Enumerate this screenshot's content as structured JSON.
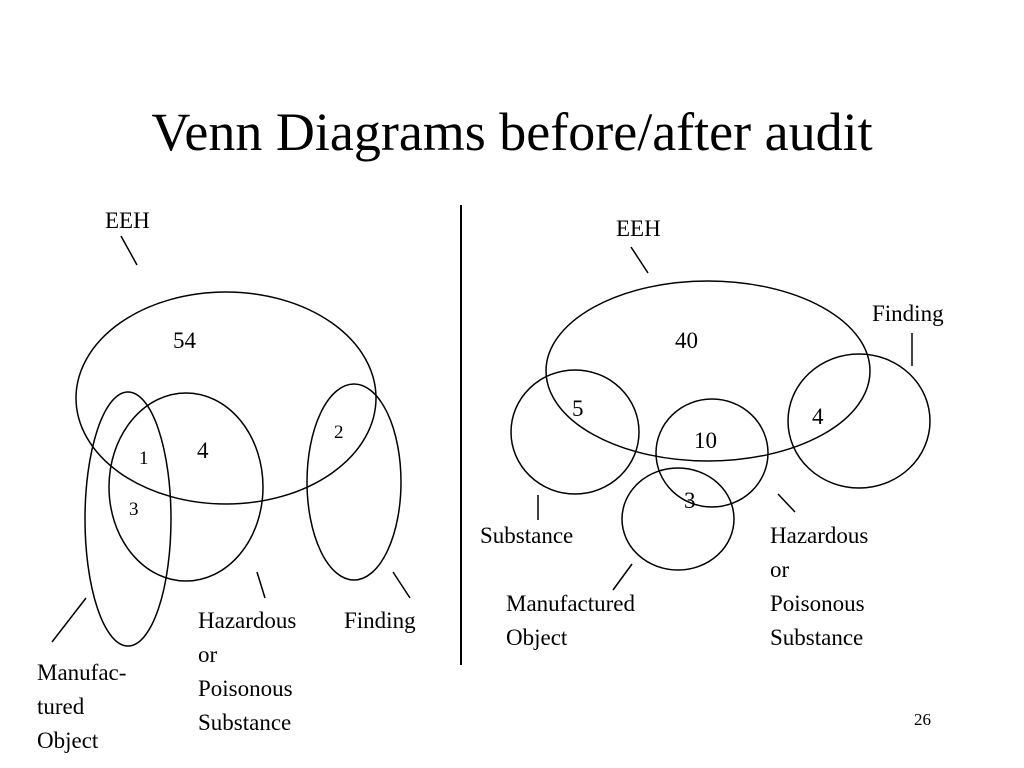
{
  "slide": {
    "title": "Venn Diagrams before/after audit",
    "page_number": "26"
  },
  "before": {
    "eeh_label": "EEH",
    "counts": {
      "eeh_only": "54",
      "eeh_haz": "4",
      "eeh_manuf_haz": "1",
      "manuf_haz": "3",
      "eeh_finding": "2"
    },
    "manufactured_label": [
      "Manufac-",
      "tured",
      "Object"
    ],
    "hazardous_label": [
      "Hazardous",
      "or",
      "Poisonous",
      "Substance"
    ],
    "finding_label": "Finding"
  },
  "after": {
    "eeh_label": "EEH",
    "finding_label": "Finding",
    "counts": {
      "eeh_only": "40",
      "eeh_substance": "5",
      "eeh_haz": "10",
      "eeh_finding": "4",
      "haz_manuf": "3"
    },
    "substance_label": "Substance",
    "manufactured_label": [
      "Manufactured",
      "Object"
    ],
    "hazardous_label": [
      "Hazardous",
      "or",
      "Poisonous",
      "Substance"
    ]
  }
}
